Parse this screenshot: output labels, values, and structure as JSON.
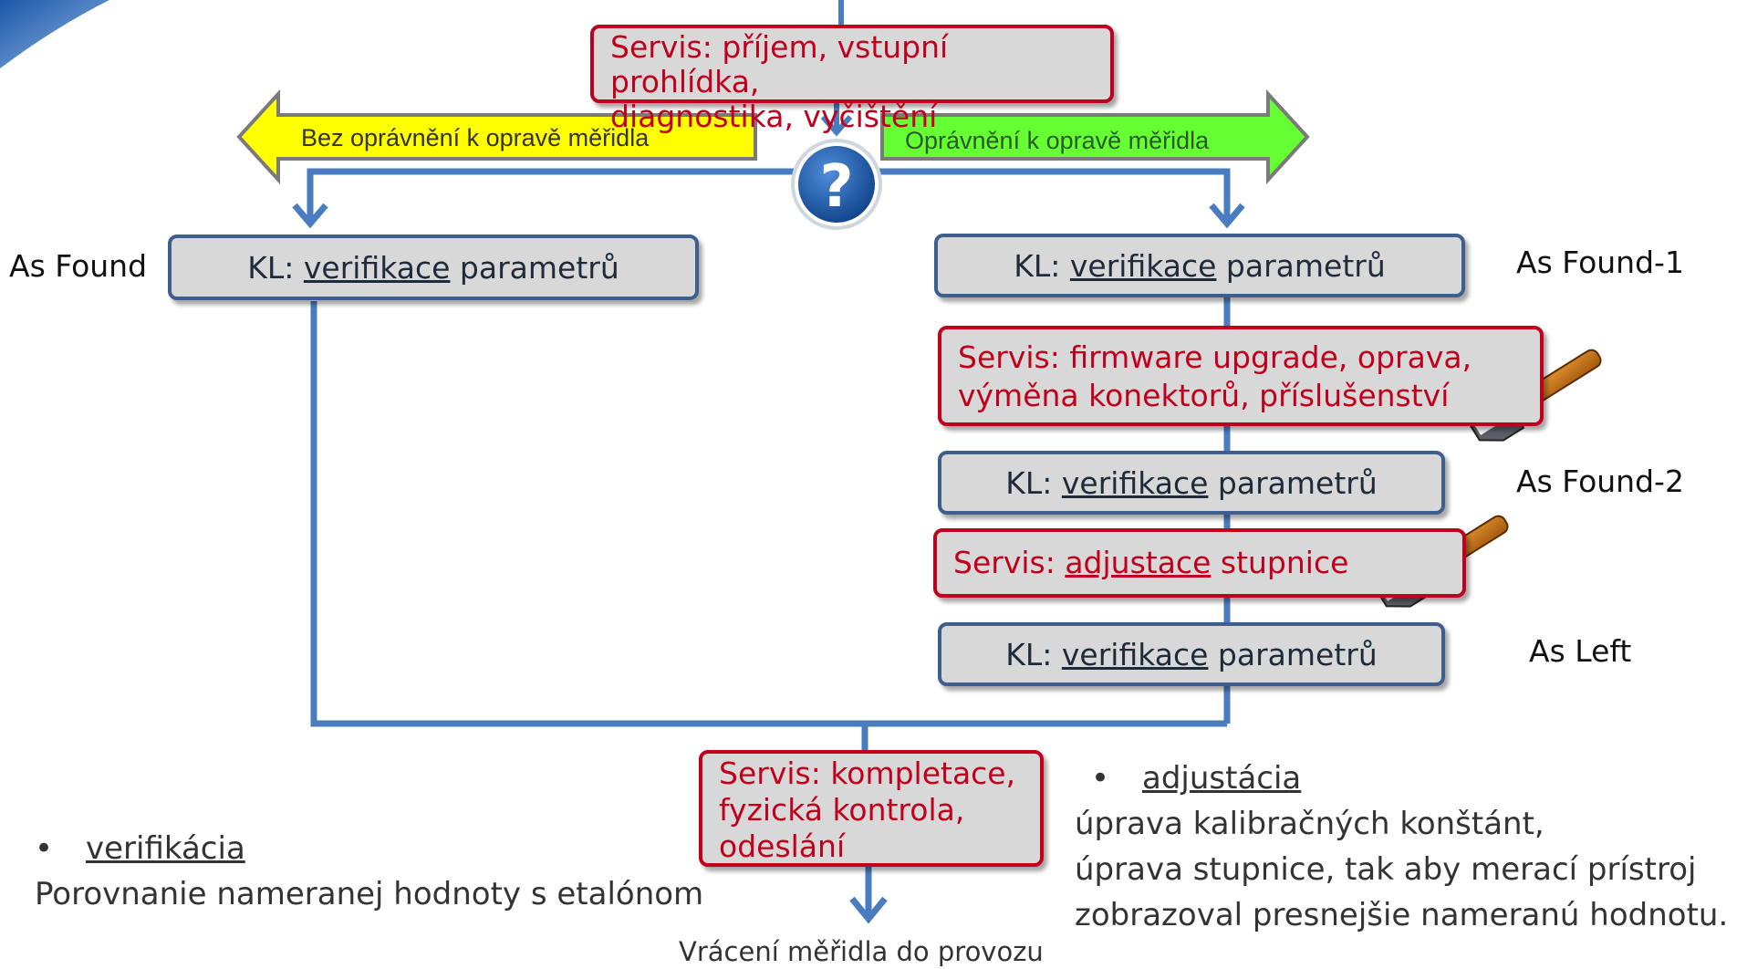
{
  "boxes": {
    "intake": {
      "line1": "Servis: příjem, vstupní prohlídka,",
      "line2": "diagnostika, vyčištění"
    },
    "left_kl": {
      "prefix": "KL: ",
      "term": "verifikace",
      "suffix": " parametrů"
    },
    "right_kl1": {
      "prefix": "KL: ",
      "term": "verifikace",
      "suffix": " parametrů"
    },
    "repair": {
      "line1": "Servis: firmware upgrade, oprava,",
      "line2": "výměna konektorů, příslušenství"
    },
    "right_kl2": {
      "prefix": "KL: ",
      "term": "verifikace",
      "suffix": " parametrů"
    },
    "adjust": {
      "prefix": "Servis: ",
      "term": "adjustace",
      "suffix": " stupnice"
    },
    "right_kl3": {
      "prefix": "KL: ",
      "term": "verifikace",
      "suffix": " parametrů"
    },
    "final": {
      "line1": "Servis: kompletace,",
      "line2": "fyzická kontrola,",
      "line3": "odeslání"
    }
  },
  "arrows": {
    "left": "Bez oprávnění k opravě měřidla",
    "right": "Oprávnění k opravě měřidla",
    "left_fill": "#ffff00",
    "right_fill": "#66ff33"
  },
  "question_icon": "question-mark-icon",
  "wrench_icon": "wrench-icon",
  "side_labels": {
    "as_found": "As Found",
    "as_found_1": "As Found-1",
    "as_found_2": "As Found-2",
    "as_left": "As Left"
  },
  "return_label": "Vrácení měřidla do provozu",
  "notes": {
    "verifikacia": {
      "bullet": "•",
      "term": "verifikácia",
      "text": "Porovnanie nameranej hodnoty s etalónom"
    },
    "adjustacia": {
      "bullet": "•",
      "term": "adjustácia",
      "line1": "úprava kalibračných konštánt,",
      "line2": "úprava stupnice, tak aby merací prístroj",
      "line3": "zobrazoval presnejšie nameranú hodnotu."
    }
  },
  "colors": {
    "connector": "#4a7cc0",
    "kl_border": "#3e5f8e",
    "servis_border": "#c0001c",
    "box_fill": "#d8d8d8"
  }
}
